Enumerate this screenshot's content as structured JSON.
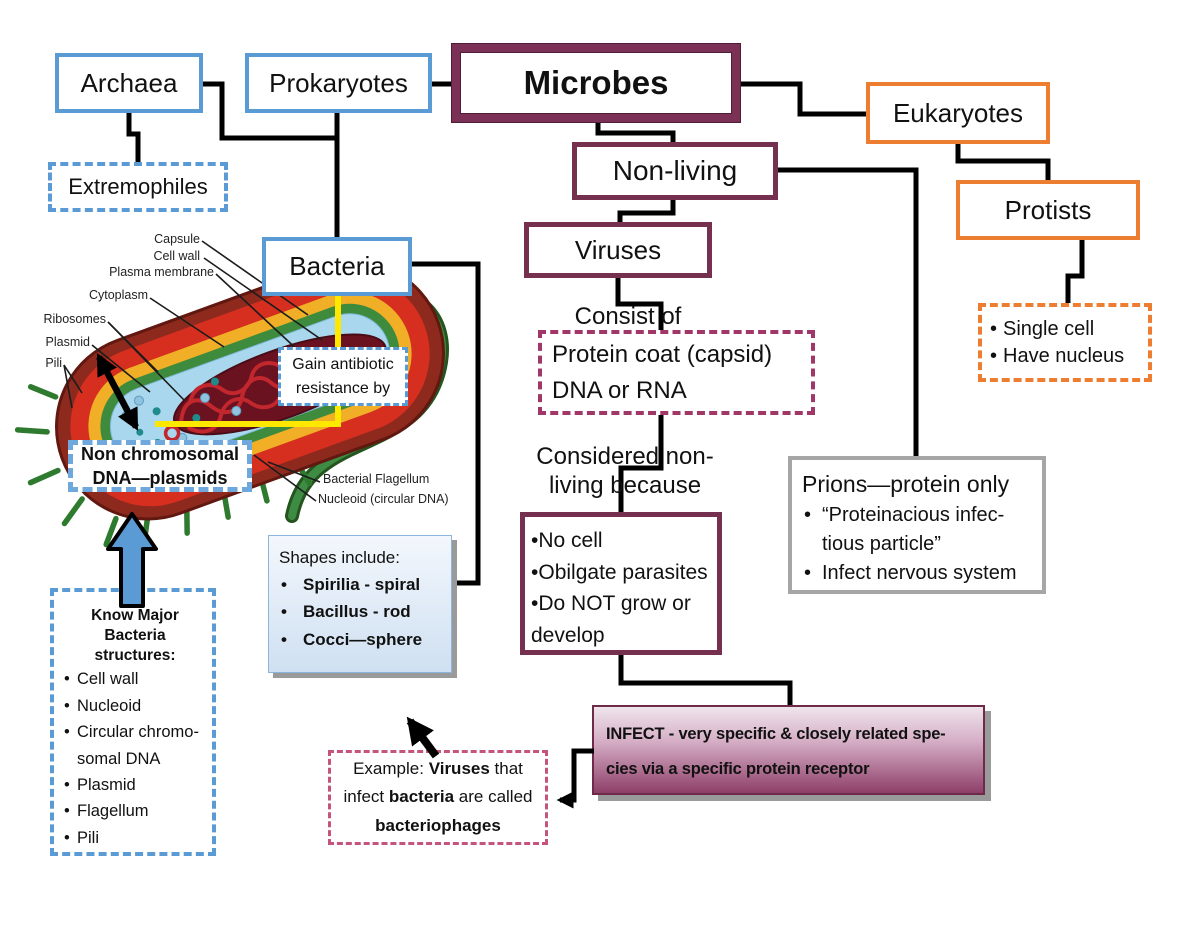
{
  "nodes": {
    "archaea": "Archaea",
    "prokaryotes": "Prokaryotes",
    "microbes": "Microbes",
    "eukaryotes": "Eukaryotes",
    "extremophiles": "Extremophiles",
    "non_living": "Non-living",
    "viruses": "Viruses",
    "protists": "Protists",
    "bacteria": "Bacteria"
  },
  "gain_box": {
    "line1": "Gain antibiotic",
    "line2": "resistance by"
  },
  "nonchrom_box": {
    "line1": "Non chromosomal",
    "line2": "DNA—plasmids"
  },
  "consist_of": "Consist of",
  "considered": {
    "line1": "Considered non-",
    "line2": "living because"
  },
  "protein_box": {
    "line1": "Protein coat (capsid)",
    "line2": "DNA or RNA"
  },
  "virus_props": {
    "items": [
      "No cell",
      "Obilgate parasites",
      "Do NOT grow or develop"
    ]
  },
  "prions_box": {
    "title": "Prions—protein only",
    "items": [
      "“Proteinacious infec-tious particle”",
      "Infect nervous system"
    ]
  },
  "single_cell_box": {
    "items": [
      "Single cell",
      "Have nucleus"
    ]
  },
  "shapes_box": {
    "title": "Shapes include:",
    "items": [
      "Spirilia - spiral",
      "Bacillus - rod",
      "Cocci—sphere"
    ]
  },
  "know_box": {
    "title_line1": "Know Major",
    "title_line2": "Bacteria structures:",
    "items": [
      "Cell wall",
      "Nucleoid",
      "Circular chromo-somal DNA",
      "Plasmid",
      "Flagellum",
      "Pili"
    ]
  },
  "infect_box": {
    "line1": "INFECT - very specific & closely related spe-",
    "line2": "cies via a specific protein receptor"
  },
  "example_box": {
    "l1a": "Example: ",
    "l1b": "Viruses",
    "l1c": " that",
    "l2a": "infect ",
    "l2b": "bacteria",
    "l2c": " are called",
    "l3a": "bacteriophages"
  },
  "cell_labels": {
    "capsule": "Capsule",
    "cell_wall": "Cell wall",
    "plasma_membrane": "Plasma membrane",
    "cytoplasm": "Cytoplasm",
    "ribosomes": "Ribosomes",
    "plasmid": "Plasmid",
    "pili": "Pili",
    "flagellum": "Bacterial Flagellum",
    "nucleoid": "Nucleoid (circular DNA)"
  },
  "colors": {
    "blue": "#5B9BD5",
    "maroon": "#76304F",
    "orange": "#ED7D31",
    "gray": "#A6A6A6",
    "pink_dash": "#C4547D",
    "yellow": "#FFE800"
  }
}
